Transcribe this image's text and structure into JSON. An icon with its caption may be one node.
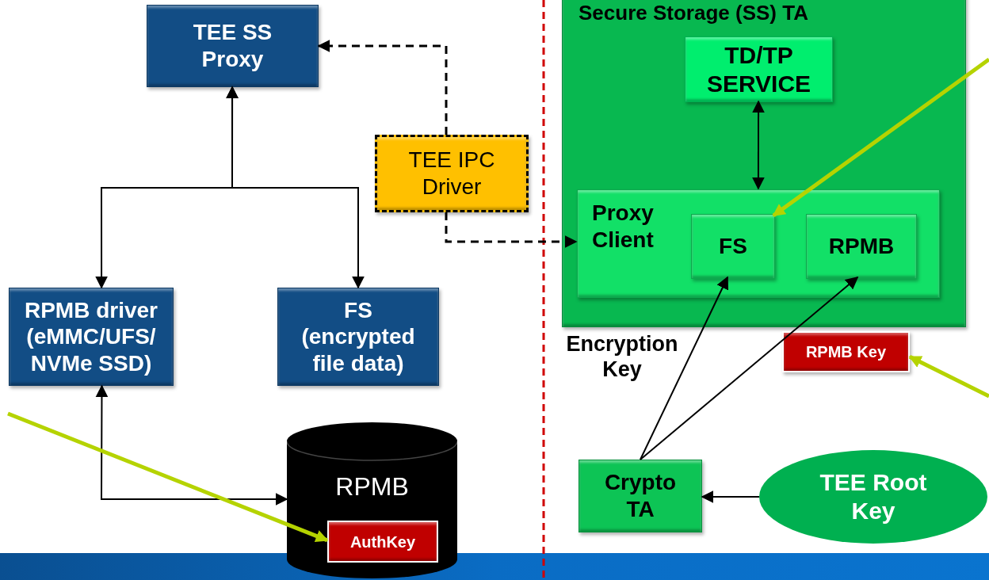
{
  "diagram": {
    "nodes": [
      {
        "text": [
          "TEE SS Proxy"
        ]
      },
      {
        "text": [
          "TEE IPC Driver"
        ]
      },
      {
        "text": [
          "Secure Storage (SS) TA"
        ]
      },
      {
        "text": [
          "TD/TP SERVICE"
        ],
        "in": 2
      },
      {
        "text": [
          "Proxy Client"
        ],
        "in": 2
      },
      {
        "text": [
          "FS"
        ],
        "in": 4
      },
      {
        "text": [
          "RPMB"
        ],
        "in": 4
      },
      {
        "text": [
          "RPMB driver (eMMC/UFS/ NVMe SSD)"
        ]
      },
      {
        "text": [
          "FS (encrypted file data)"
        ]
      },
      {
        "text": [
          "RPMB"
        ]
      },
      {
        "text": [
          "AuthKey"
        ],
        "in": 9
      },
      {
        "text": [
          "RPMB Key"
        ]
      },
      {
        "text": [
          "Crypto TA"
        ]
      },
      {
        "text": [
          "TEE Root Key"
        ]
      }
    ],
    "edges": [
      {
        "from": 1,
        "to": 0,
        "arrow": "to",
        "style": "dashed"
      },
      {
        "from": 1,
        "to": 4,
        "arrow": "to",
        "style": "dashed"
      },
      {
        "from": 0,
        "to": 7,
        "arrow": "both"
      },
      {
        "from": 0,
        "to": 8,
        "arrow": "both"
      },
      {
        "from": 3,
        "to": 4,
        "arrow": "both"
      },
      {
        "from": 7,
        "to": 9,
        "arrow": "both"
      },
      {
        "from": 12,
        "to": 5,
        "arrow": "to"
      },
      {
        "from": 12,
        "to": 6,
        "arrow": "to"
      },
      {
        "from": 13,
        "to": 12,
        "arrow": "to"
      },
      {
        "from": null,
        "to": 5,
        "arrow": "to",
        "style": "thick",
        "color": "#b5d300"
      },
      {
        "from": null,
        "to": 11,
        "arrow": "to",
        "style": "thick",
        "color": "#b5d300"
      },
      {
        "from": null,
        "to": 10,
        "arrow": "to",
        "style": "thick",
        "color": "#b5d300"
      }
    ],
    "labels": [
      "Encryption Key"
    ]
  }
}
